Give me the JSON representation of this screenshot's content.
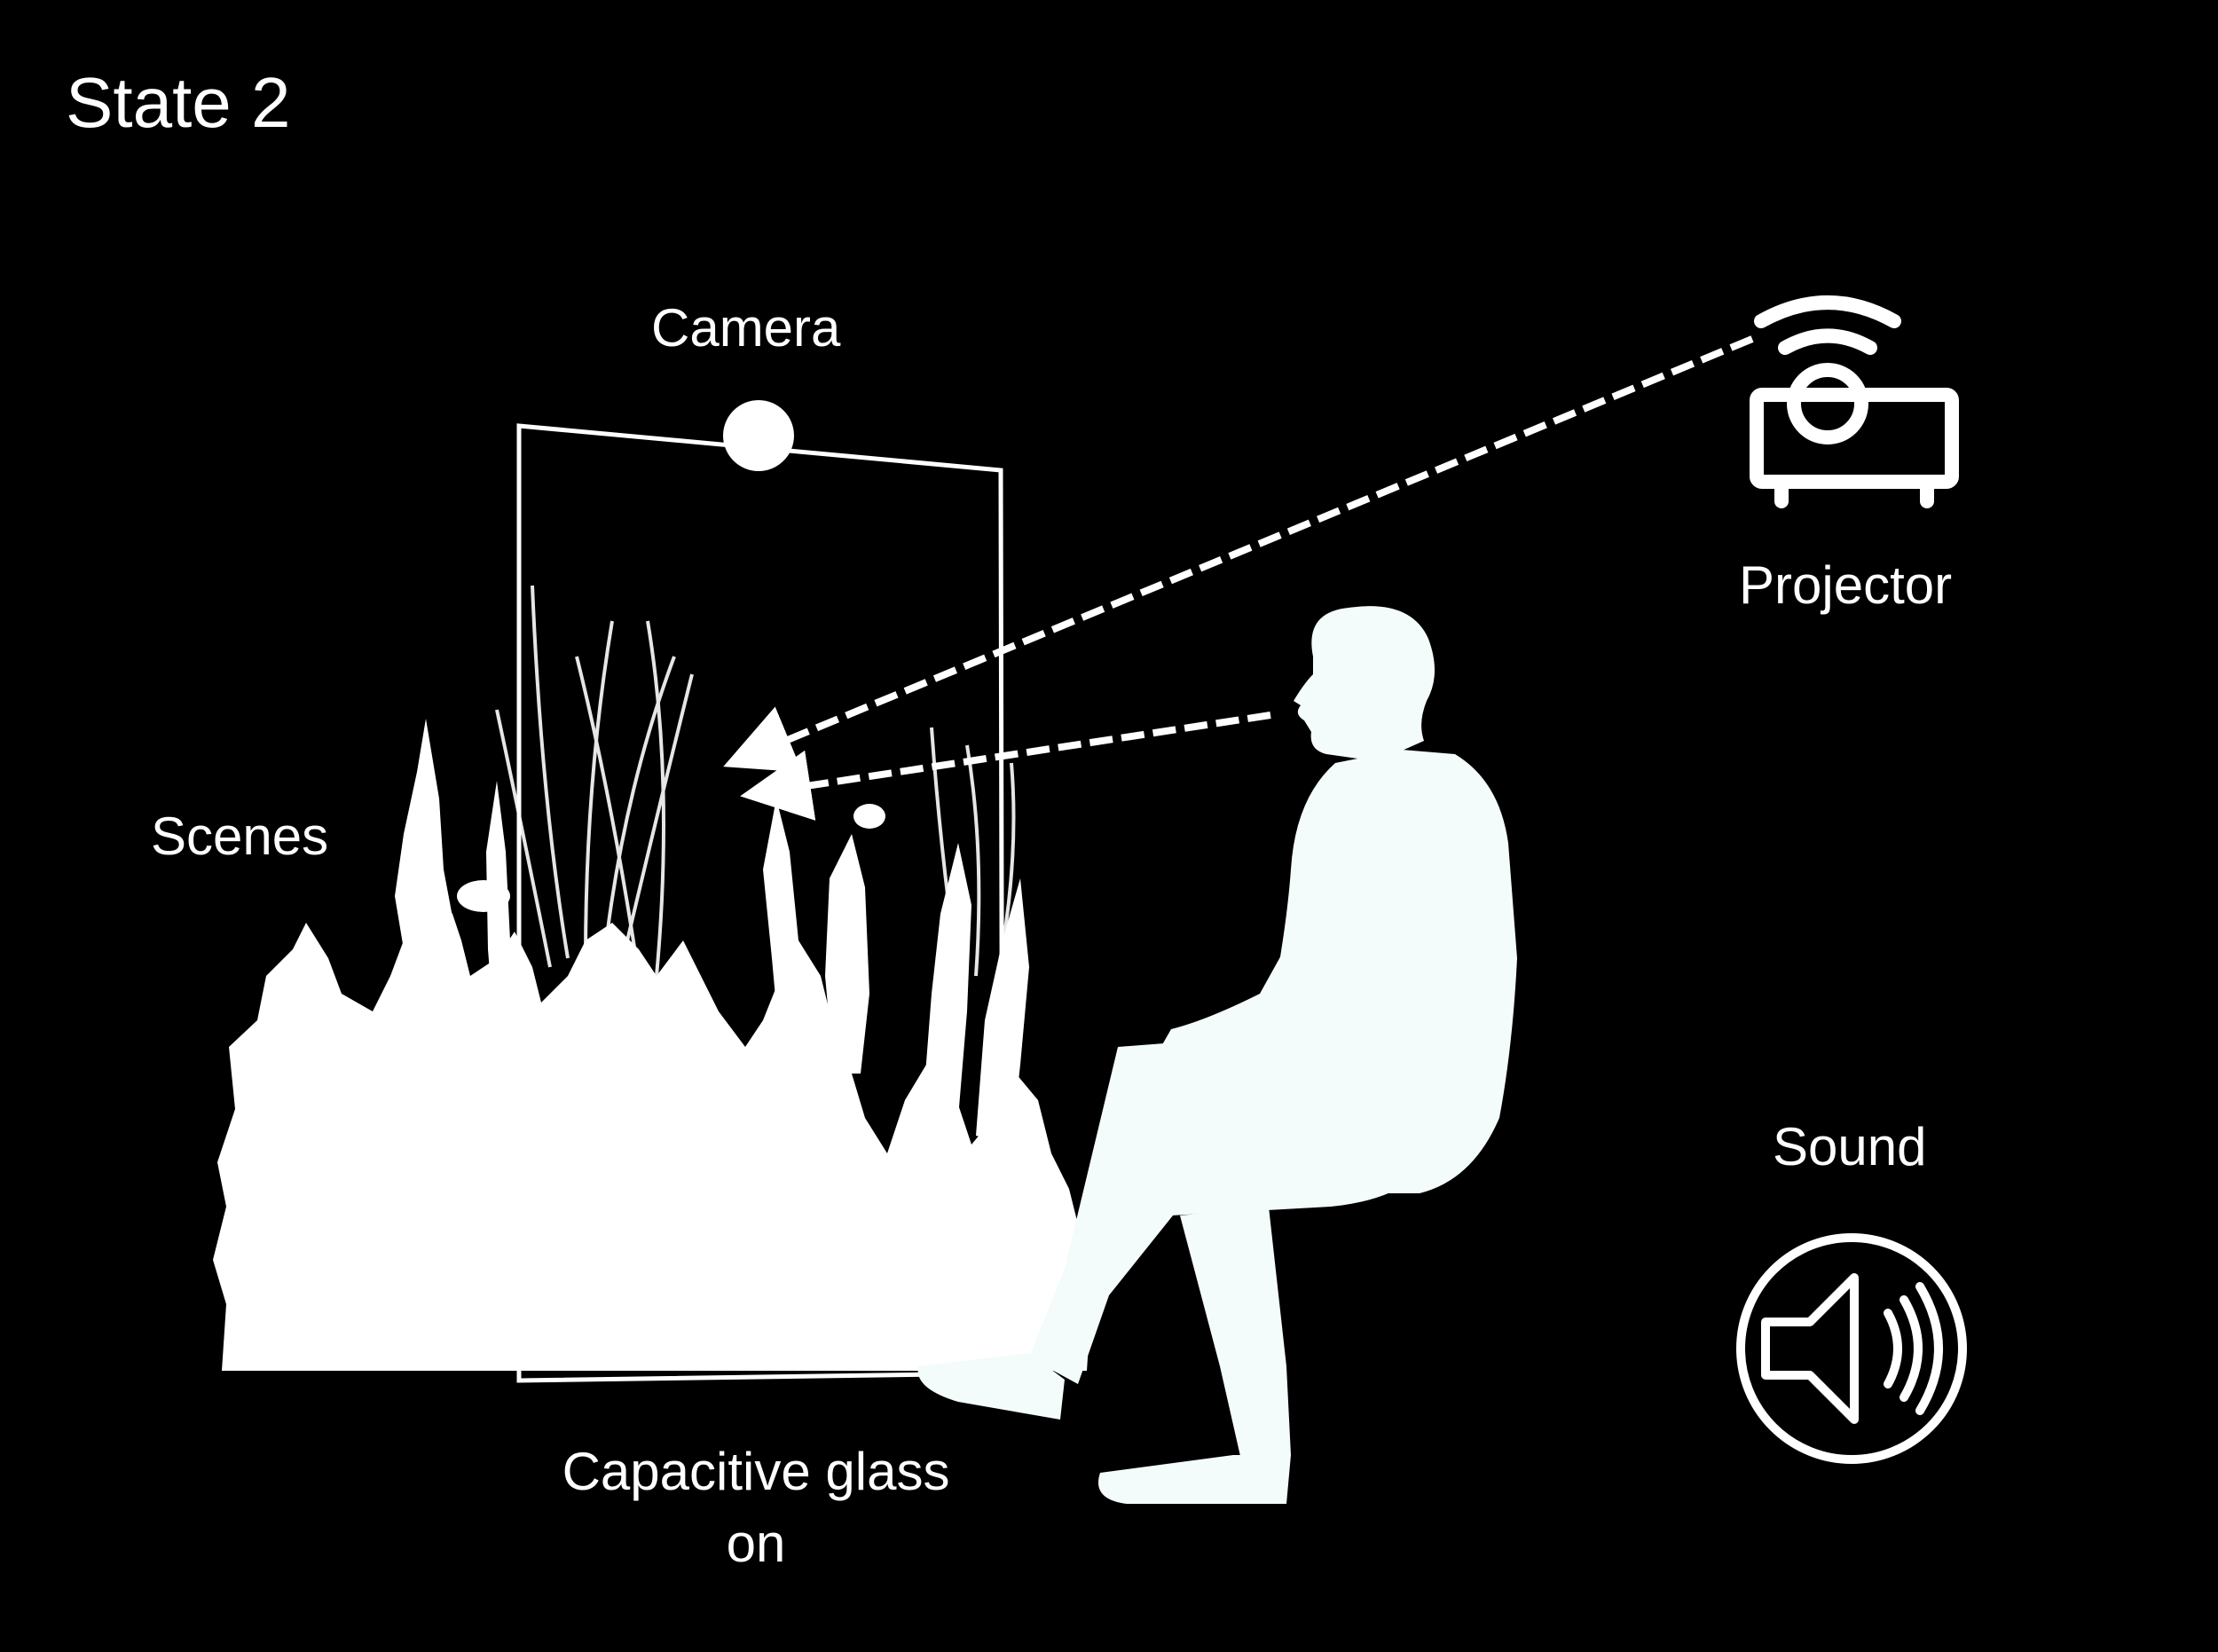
{
  "diagram": {
    "state_title": "State 2",
    "labels": {
      "camera": "Camera",
      "projector": "Projector",
      "scenes": "Scenes",
      "sound": "Sound",
      "capacitive_glass": "Capacitive glass on"
    },
    "colors": {
      "background": "#000000",
      "foreground": "#ffffff",
      "silhouette": "#f4fbfb"
    },
    "icons": [
      "camera-icon",
      "projector-icon",
      "speaker-icon",
      "person-silhouette",
      "plants-silhouette"
    ]
  }
}
